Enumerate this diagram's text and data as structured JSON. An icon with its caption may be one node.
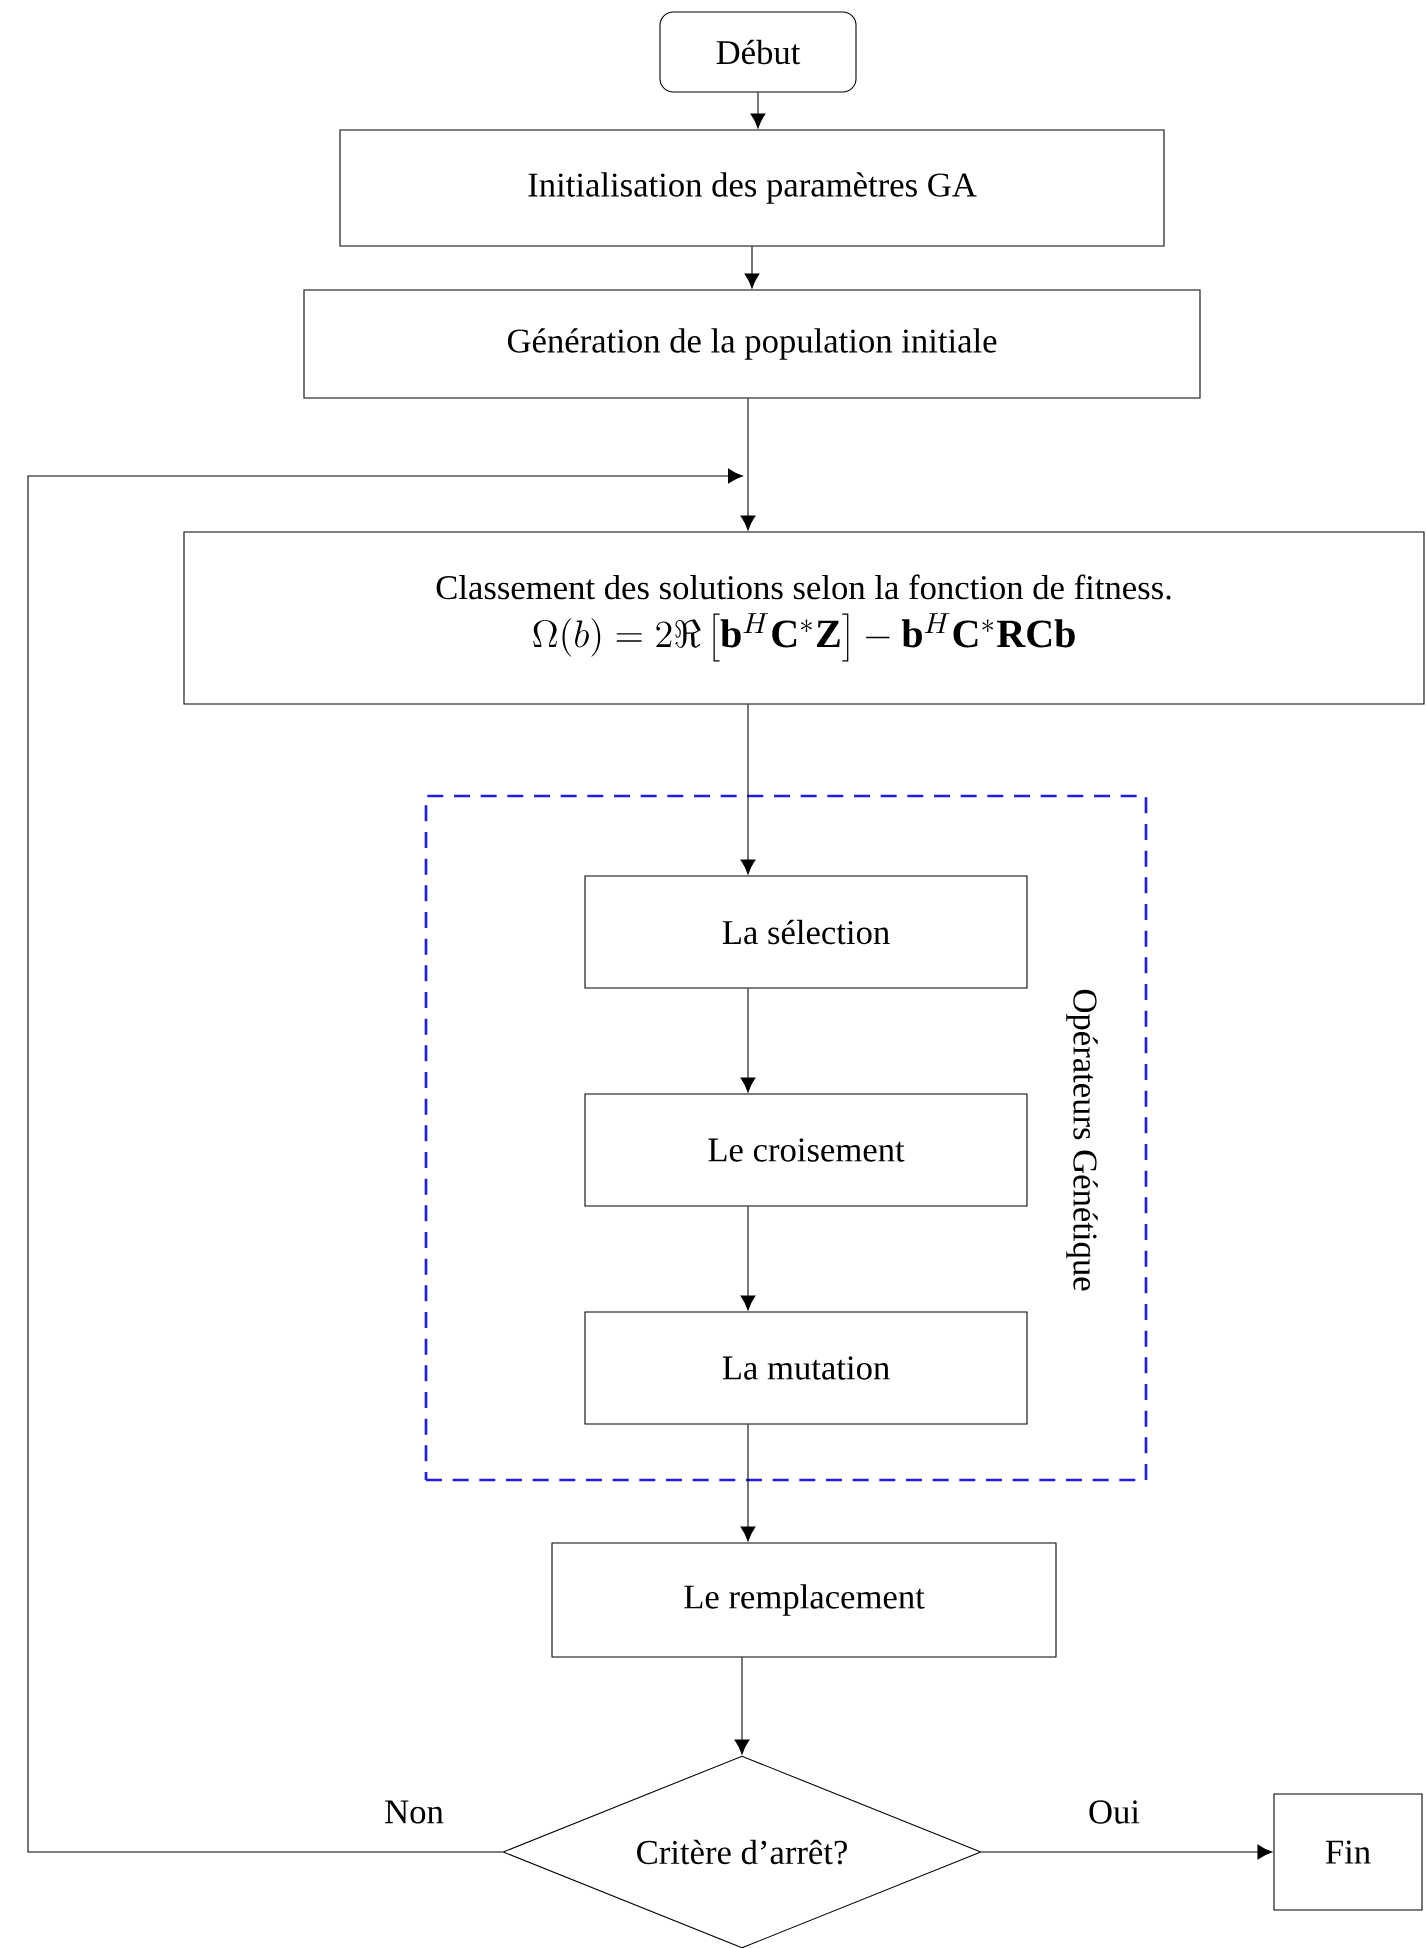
{
  "diagram": {
    "nodes": [
      {
        "text": [
          "Début"
        ]
      },
      {
        "text": [
          "Initialisation des paramètres GA"
        ]
      },
      {
        "text": [
          "Génération de la population initiale"
        ]
      },
      {
        "text": [
          "Classement des solutions selon la fonction de fitness.",
          "\\Omega(b) = 2\\Re\\left[\\mathbf{b}^{H}\\mathbf{C}^{*}\\mathbf{Z}\\right] - \\mathbf{b}^{H}\\mathbf{C}^{*}\\mathbf{R}\\mathbf{C}\\mathbf{b}"
        ]
      },
      {
        "text": [
          "Opérateurs Génétique"
        ]
      },
      {
        "text": [
          "La sélection"
        ],
        "in": 4
      },
      {
        "text": [
          "Le croisement"
        ],
        "in": 4
      },
      {
        "text": [
          "La mutation"
        ],
        "in": 4
      },
      {
        "text": [
          "Le remplacement"
        ]
      },
      {
        "text": [
          "Critère d’arrêt?"
        ]
      },
      {
        "text": [
          "Fin"
        ]
      }
    ],
    "edges": [
      {
        "from": 0,
        "to": 1,
        "arrow": "to"
      },
      {
        "from": 1,
        "to": 2,
        "arrow": "to"
      },
      {
        "from": 2,
        "to": 3,
        "arrow": "to"
      },
      {
        "from": 3,
        "to": 5,
        "arrow": "to"
      },
      {
        "from": 5,
        "to": 6,
        "arrow": "to"
      },
      {
        "from": 6,
        "to": 7,
        "arrow": "to"
      },
      {
        "from": 7,
        "to": 8,
        "arrow": "to"
      },
      {
        "from": 8,
        "to": 9,
        "arrow": "to"
      },
      {
        "from": 9,
        "to": 10,
        "label": "Oui",
        "arrow": "to"
      },
      {
        "from": 9,
        "to": 3,
        "label": "Non",
        "arrow": "to"
      }
    ]
  }
}
